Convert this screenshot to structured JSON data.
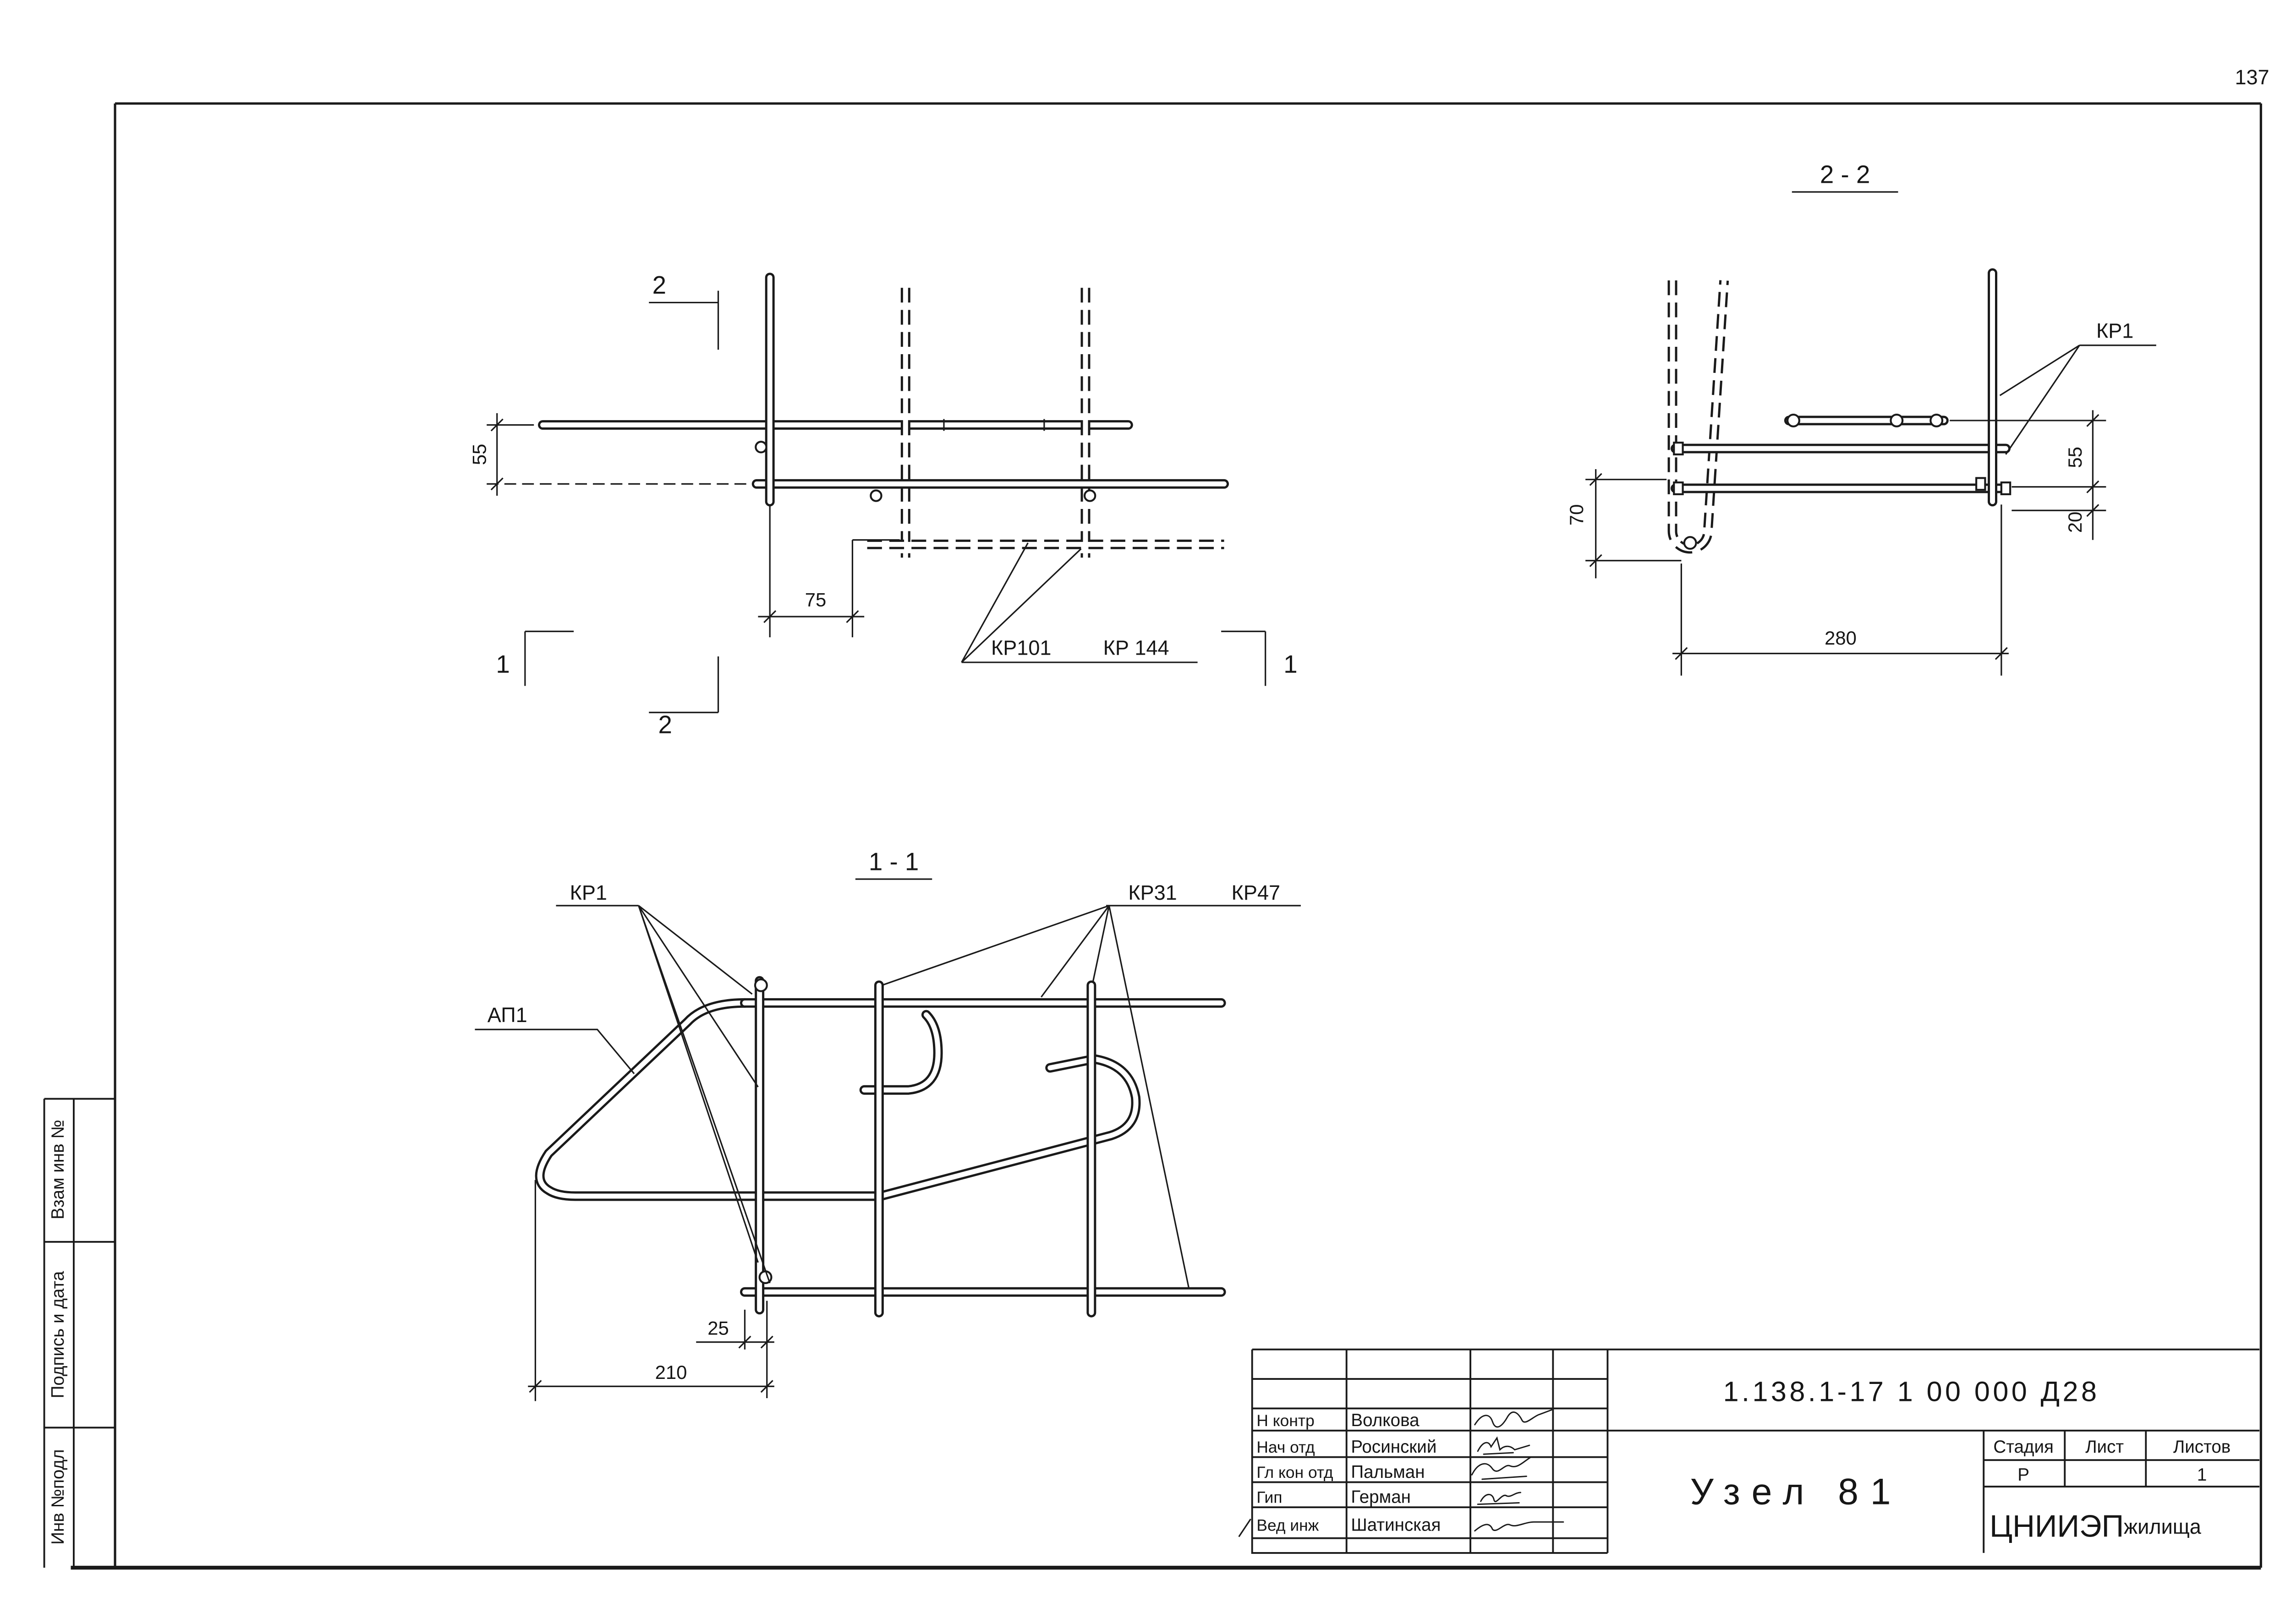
{
  "sheet": {
    "page_number": "137"
  },
  "plan_view": {
    "section_2_top": "2",
    "section_2_bottom": "2",
    "section_1_left": "1",
    "section_1_right": "1",
    "dim_55": "55",
    "dim_75": "75",
    "callout_a": "КР101",
    "callout_b": "КР 144"
  },
  "section_2_2": {
    "title": "2 - 2",
    "callout": "КР1",
    "dim_55": "55",
    "dim_20": "20",
    "dim_70": "70",
    "dim_280": "280"
  },
  "section_1_1": {
    "title": "1 - 1",
    "callout_kr1": "КР1",
    "callout_kr31": "КР31",
    "callout_kr47": "КР47",
    "callout_ap1": "АП1",
    "dim_25": "25",
    "dim_210": "210"
  },
  "title_block": {
    "designation": "1.138.1-17 1 00 000 Д28",
    "title": "Узел 81",
    "staff": [
      {
        "role": "Н контр",
        "name": "Волкова"
      },
      {
        "role": "Нач отд",
        "name": "Росинский"
      },
      {
        "role": "Гл кон отд",
        "name": "Пальман"
      },
      {
        "role": "Гип",
        "name": "Герман"
      },
      {
        "role": "Вед инж",
        "name": "Шатинская"
      }
    ],
    "stage_header": "Стадия",
    "sheet_header": "Лист",
    "sheets_header": "Листов",
    "stage": "Р",
    "sheets_total": "1",
    "organization": "ЦНИИЭП",
    "organization_suffix": "жилища"
  },
  "side_stamp": {
    "replaced_inventory": "Взам инв №",
    "signature_date": "Подпись и дата",
    "inventory_original": "Инв №подл"
  }
}
